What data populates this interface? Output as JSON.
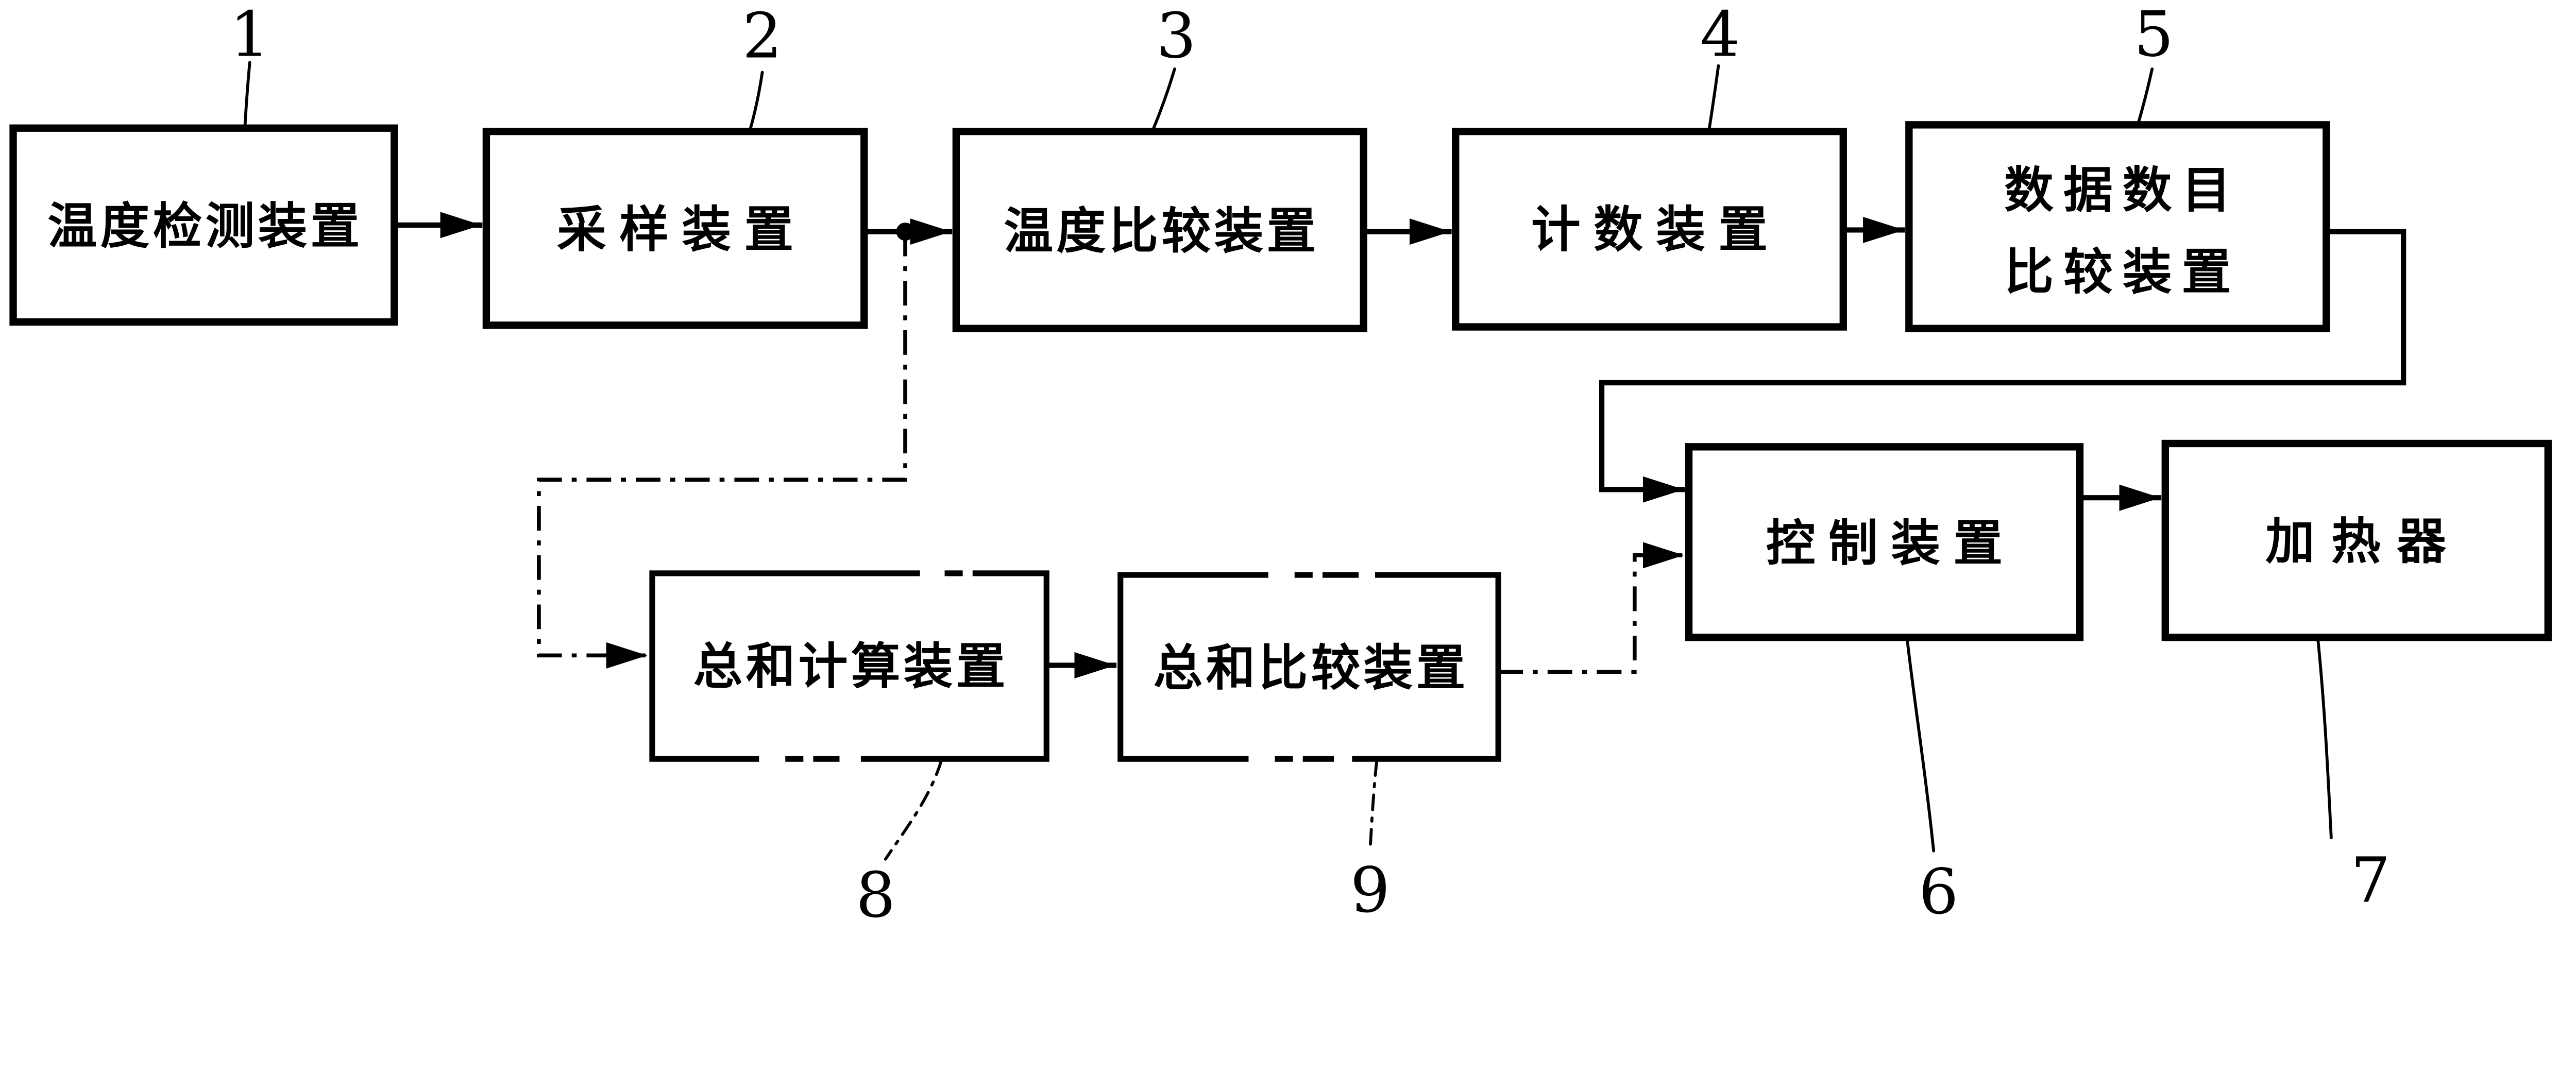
{
  "figure_type": "patent-block-diagram",
  "colors": {
    "ink": "#000000",
    "background": "#ffffff"
  },
  "blocks": [
    {
      "ref": "1",
      "label": "温度检测装置"
    },
    {
      "ref": "2",
      "label": "采样装置"
    },
    {
      "ref": "3",
      "label": "温度比较装置"
    },
    {
      "ref": "4",
      "label": "计数装置"
    },
    {
      "ref": "5",
      "label": "数据数目比较装置",
      "lines": [
        "数据数目",
        "比较装置"
      ]
    },
    {
      "ref": "6",
      "label": "控制装置"
    },
    {
      "ref": "7",
      "label": "加热器"
    },
    {
      "ref": "8",
      "label": "总和计算装置"
    },
    {
      "ref": "9",
      "label": "总和比较装置"
    }
  ],
  "connections": [
    {
      "from": "温度检测装置",
      "to": "采样装置",
      "style": "solid-arrow"
    },
    {
      "from": "采样装置",
      "to": "温度比较装置",
      "style": "solid-arrow",
      "note": "junction-dot-on-line"
    },
    {
      "from": "温度比较装置",
      "to": "计数装置",
      "style": "solid-arrow"
    },
    {
      "from": "计数装置",
      "to": "数据数目比较装置",
      "style": "solid-arrow"
    },
    {
      "from": "数据数目比较装置",
      "to": "控制装置",
      "style": "solid-arrow",
      "route": "right-down-left-down"
    },
    {
      "from": "采样装置",
      "to": "总和计算装置",
      "style": "dash-dot-arrow",
      "route": "from-junction-down-left-down"
    },
    {
      "from": "总和计算装置",
      "to": "总和比较装置",
      "style": "solid-arrow"
    },
    {
      "from": "总和比较装置",
      "to": "控制装置",
      "style": "dash-dot-arrow",
      "route": "right-up"
    },
    {
      "from": "控制装置",
      "to": "加热器",
      "style": "solid-arrow"
    }
  ]
}
